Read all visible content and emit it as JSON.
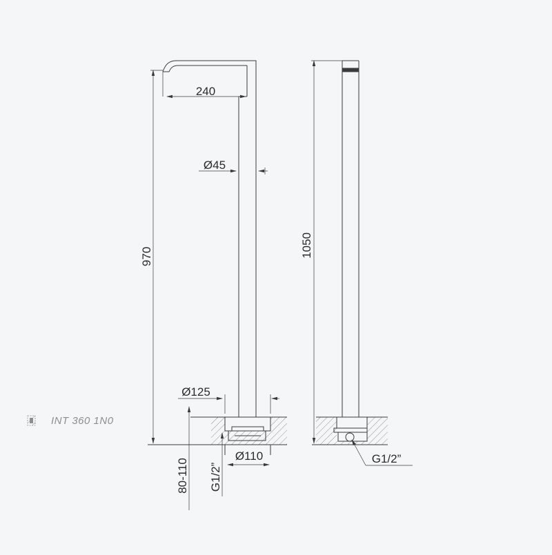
{
  "product": {
    "code": "INT 360 1N0",
    "code_icon": "hatched-square-icon"
  },
  "front_view": {
    "spout_reach": "240",
    "pipe_diameter": "Ø45",
    "height": "970",
    "base_diameter": "Ø125",
    "box_diameter": "Ø110",
    "install_depth": "80-110",
    "connection": "G1/2”"
  },
  "side_view": {
    "height": "1050",
    "connection": "G1/2”"
  },
  "colors": {
    "line": "#3a3a3a",
    "background": "#f5f6f7",
    "hatch": "#7a7a7a"
  }
}
